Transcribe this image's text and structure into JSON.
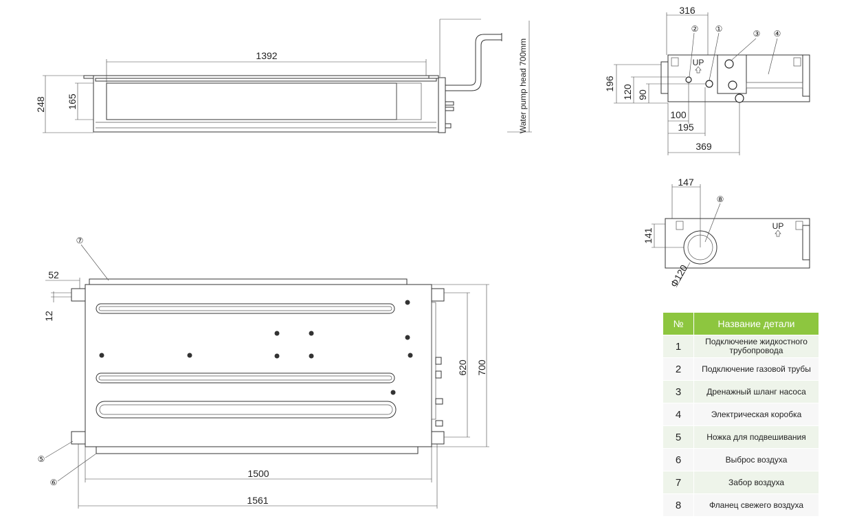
{
  "dims": {
    "d1392": "1392",
    "d248": "248",
    "d165": "165",
    "pump_head": "Water pump head 700mm",
    "d316": "316",
    "d196": "196",
    "d120": "120",
    "d90": "90",
    "d100": "100",
    "d195": "195",
    "d369": "369",
    "d147": "147",
    "d141": "141",
    "d_phi120": "Φ120",
    "d52": "52",
    "d12": "12",
    "d620": "620",
    "d700": "700",
    "d1500": "1500",
    "d1561": "1561"
  },
  "refs": {
    "r1": "①",
    "r2": "②",
    "r3": "③",
    "r4": "④",
    "r5": "⑤",
    "r6": "⑥",
    "r7": "⑦",
    "r8": "⑧"
  },
  "marks": {
    "up1": "UP",
    "up2": "UP"
  },
  "table": {
    "col_num": "№",
    "col_name": "Название детали",
    "rows": [
      {
        "num": "1",
        "name": "Подключение жидкостного трубопровода"
      },
      {
        "num": "2",
        "name": "Подключение газовой трубы"
      },
      {
        "num": "3",
        "name": "Дренажный шланг насоса"
      },
      {
        "num": "4",
        "name": "Электрическая коробка"
      },
      {
        "num": "5",
        "name": "Ножка для подвешивания"
      },
      {
        "num": "6",
        "name": "Выброс воздуха"
      },
      {
        "num": "7",
        "name": "Забор воздуха"
      },
      {
        "num": "8",
        "name": "Фланец свежего воздуха"
      }
    ]
  }
}
